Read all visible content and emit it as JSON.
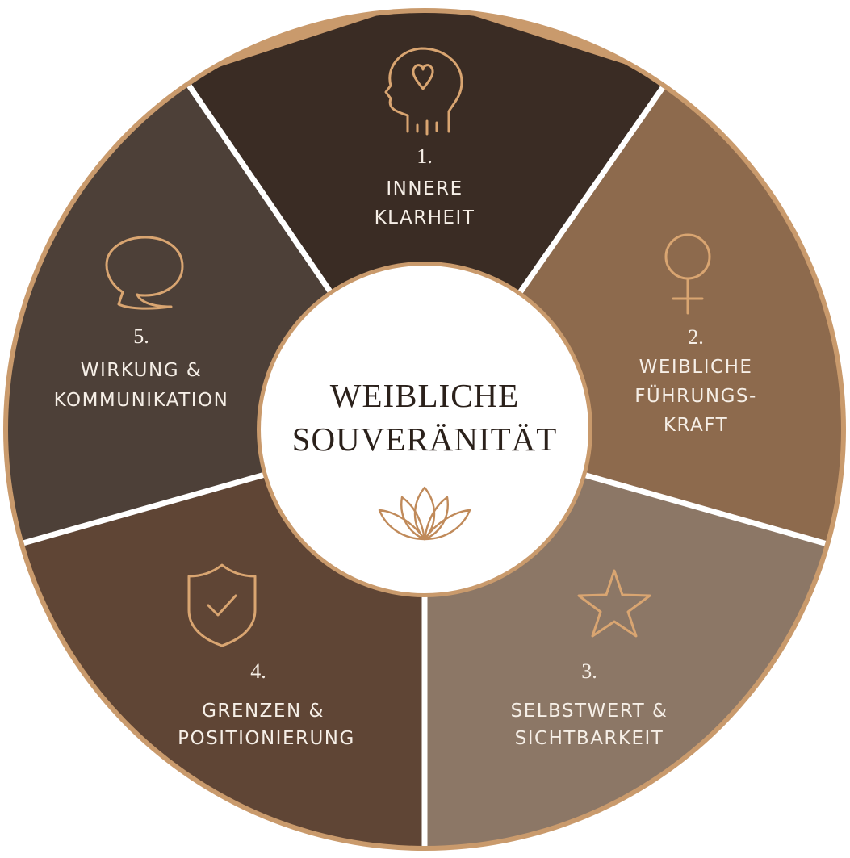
{
  "center": {
    "title_line1": "WEIBLICHE",
    "title_line2": "SOUVERÄNITÄT",
    "icon": "lotus-icon"
  },
  "segments": [
    {
      "number": "1.",
      "lines": [
        "INNERE",
        "KLARHEIT"
      ],
      "icon": "head-heart-icon",
      "color": "#3a2c24"
    },
    {
      "number": "2.",
      "lines": [
        "WEIBLICHE",
        "FÜHRUNGS-",
        "KRAFT"
      ],
      "icon": "venus-icon",
      "color": "#8d6a4d"
    },
    {
      "number": "3.",
      "lines": [
        "SELBSTWERT &",
        "SICHTBARKEIT"
      ],
      "icon": "star-icon",
      "color": "#8c7766"
    },
    {
      "number": "4.",
      "lines": [
        "GRENZEN &",
        "POSITIONIERUNG"
      ],
      "icon": "shield-check-icon",
      "color": "#5f4535"
    },
    {
      "number": "5.",
      "lines": [
        "WIRKUNG &",
        "KOMMUNIKATION"
      ],
      "icon": "speech-bubble-icon",
      "color": "#4d4038"
    }
  ],
  "colors": {
    "outer_ring": "#c99a6c",
    "icon_accent": "#d9a571",
    "divider": "#ffffff",
    "center_fill": "#ffffff",
    "text_light": "#f6efe7",
    "text_dark": "#2b211b"
  }
}
